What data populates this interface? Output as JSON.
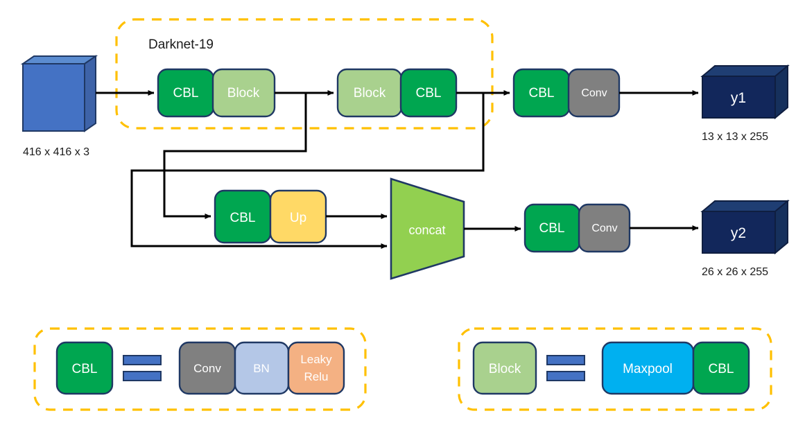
{
  "diagram": {
    "title_group": "Darknet-19",
    "input": {
      "label": "",
      "caption": "416 x 416 x 3",
      "color": "#4472C4"
    },
    "backbone": [
      {
        "label": "CBL",
        "type": "cbl"
      },
      {
        "label": "Block",
        "type": "block"
      },
      {
        "label": "Block",
        "type": "block"
      },
      {
        "label": "CBL",
        "type": "cbl"
      }
    ],
    "head_y1": [
      {
        "label": "CBL",
        "type": "cbl"
      },
      {
        "label": "Conv",
        "type": "conv"
      }
    ],
    "head_y2": [
      {
        "label": "CBL",
        "type": "cbl"
      },
      {
        "label": "Conv",
        "type": "conv"
      }
    ],
    "upsample_branch": [
      {
        "label": "CBL",
        "type": "cbl"
      },
      {
        "label": "Up",
        "type": "up"
      }
    ],
    "concat": {
      "label": "concat",
      "color": "#92D050"
    },
    "outputs": [
      {
        "label": "y1",
        "caption": "13 x 13 x 255",
        "color": "#12275B"
      },
      {
        "label": "y2",
        "caption": "26 x 26 x 255",
        "color": "#12275B"
      }
    ],
    "legend": [
      {
        "left": {
          "label": "CBL",
          "type": "cbl"
        },
        "equals": "=",
        "right": [
          {
            "label": "Conv",
            "type": "conv"
          },
          {
            "label": "BN",
            "type": "bn"
          },
          {
            "label": "Leaky",
            "label2": "Relu",
            "type": "leaky"
          }
        ]
      },
      {
        "left": {
          "label": "Block",
          "type": "block"
        },
        "equals": "=",
        "right": [
          {
            "label": "Maxpool",
            "type": "maxpool"
          },
          {
            "label": "CBL",
            "type": "cbl"
          }
        ]
      }
    ],
    "colors": {
      "cbl": "#00A650",
      "block": "#A9D18E",
      "conv": "#808080",
      "bn": "#B4C7E7",
      "leaky": "#F4B183",
      "up": "#FFD966",
      "maxpool": "#00B0F0",
      "concat": "#92D050",
      "input": "#4472C4",
      "output": "#12275B",
      "stroke": "#1F3864",
      "dashed": "#FFC000",
      "arrow": "#000000",
      "equals": "#4472C4"
    }
  }
}
